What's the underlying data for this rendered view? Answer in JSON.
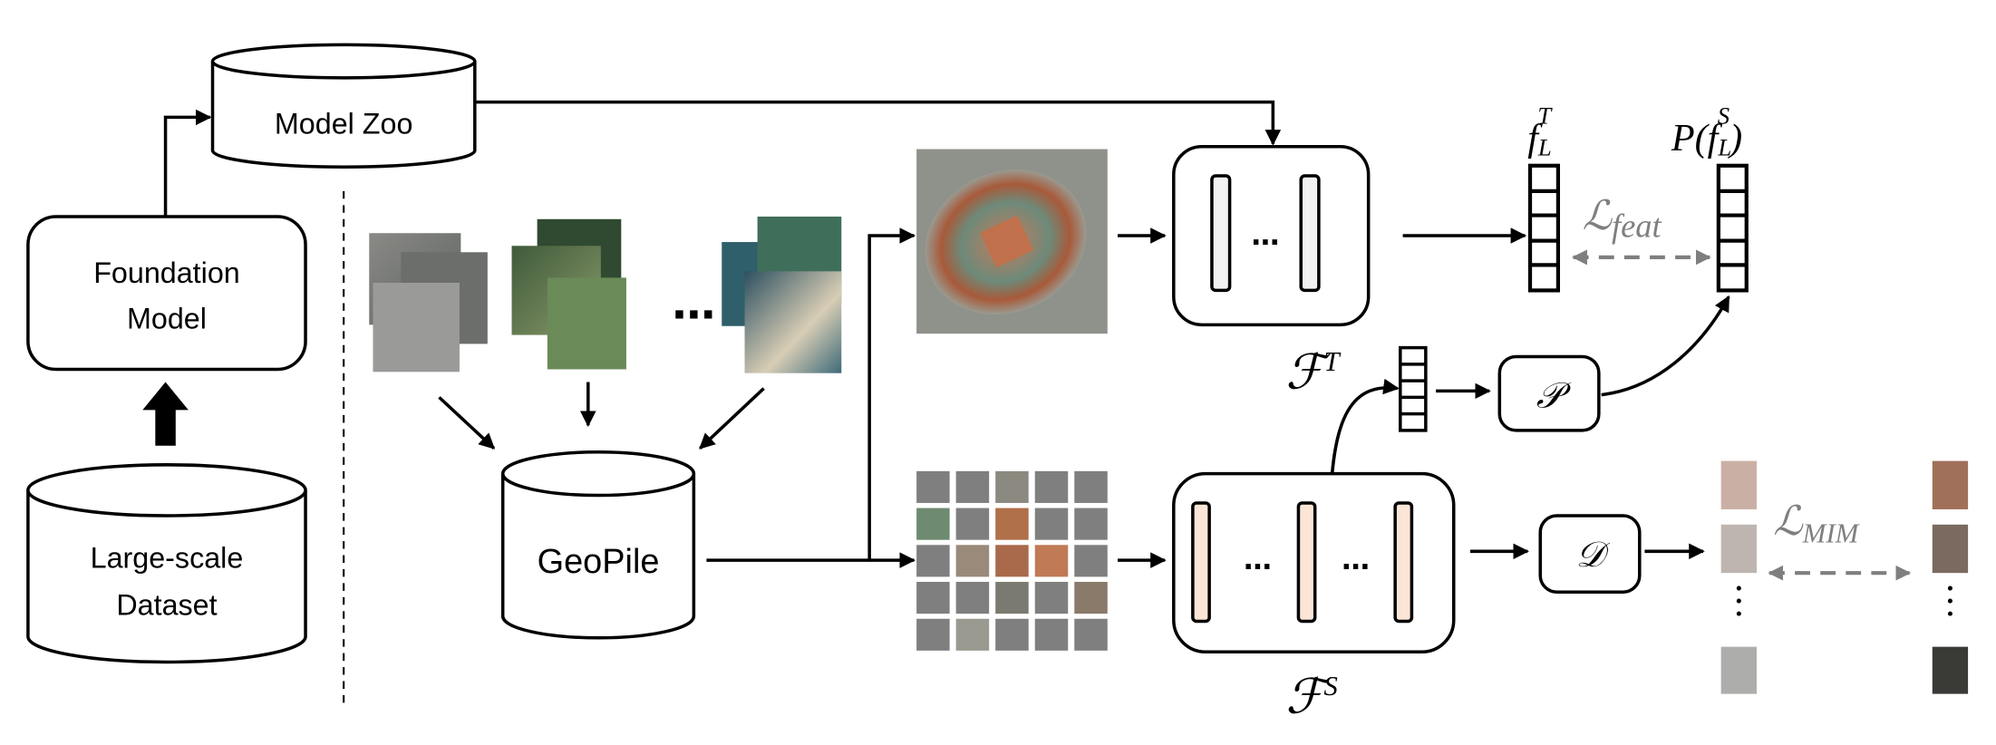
{
  "nodes": {
    "model_zoo": "Model Zoo",
    "foundation_model": [
      "Foundation",
      "Model"
    ],
    "dataset": [
      "Large-scale",
      "Dataset"
    ],
    "geopile": "GeoPile",
    "ellipsis": "…"
  },
  "math": {
    "teacher": {
      "base": "ℱ",
      "sup": "T"
    },
    "student": {
      "base": "ℱ",
      "sup": "S"
    },
    "projector": "𝒫",
    "decoder": "𝒟",
    "teacher_feat": {
      "base": "f",
      "sub": "L",
      "sup": "T"
    },
    "student_feat": {
      "pre": "P(",
      "base": "f",
      "sub": "L",
      "sup": "S",
      "post": ")"
    },
    "loss_feat": {
      "base": "ℒ",
      "sub": "feat"
    },
    "loss_mim": {
      "base": "ℒ",
      "sub": "MIM"
    }
  },
  "colors": {
    "line": "#000000",
    "loss": "#7f7f7f",
    "teacher_bar": "#f2f2f2",
    "student_bar": "#fbe5d6"
  }
}
